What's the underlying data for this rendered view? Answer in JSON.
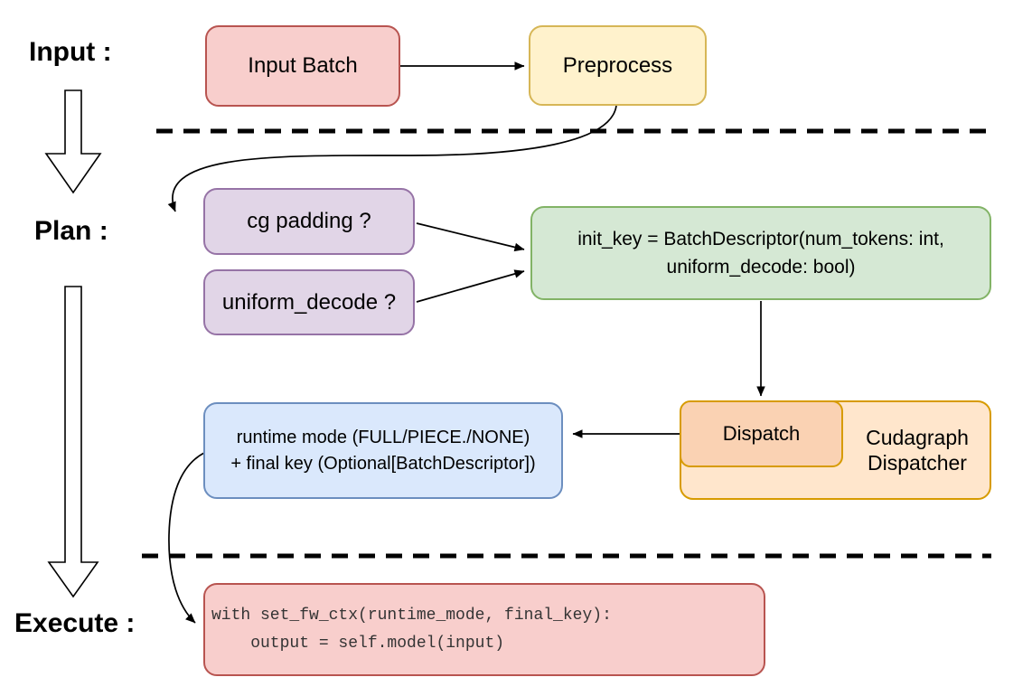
{
  "stages": {
    "input_label": "Input :",
    "plan_label": "Plan :",
    "execute_label": "Execute :"
  },
  "nodes": {
    "input_batch": {
      "label": "Input Batch",
      "fill": "#f8cecc",
      "border": "#b85450"
    },
    "preprocess": {
      "label": "Preprocess",
      "fill": "#fff2cc",
      "border": "#d6b656"
    },
    "cg_padding": {
      "label": "cg padding ?",
      "fill": "#e1d5e7",
      "border": "#9673a6"
    },
    "uniform_decode": {
      "label": "uniform_decode ?",
      "fill": "#e1d5e7",
      "border": "#9673a6"
    },
    "init_key": {
      "line1": "init_key = BatchDescriptor(num_tokens: int,",
      "line2": "uniform_decode: bool)",
      "fill": "#d5e8d4",
      "border": "#82b366"
    },
    "dispatch": {
      "label": "Dispatch",
      "fill": "#fad2b3",
      "border": "#d79b00"
    },
    "cudagraph_dispatcher": {
      "line1": "Cudagraph",
      "line2": "Dispatcher",
      "fill": "#ffe6cc",
      "border": "#d79b00"
    },
    "runtime_mode": {
      "line1": "runtime mode (FULL/PIECE./NONE)",
      "line2": "+ final key (Optional[BatchDescriptor])",
      "fill": "#dae8fc",
      "border": "#6c8ebf"
    },
    "execute_code": {
      "line1": "with set_fw_ctx(runtime_mode, final_key):",
      "line2": "    output = self.model(input)",
      "fill": "#f8cecc",
      "border": "#b85450"
    }
  },
  "connector_color": "#000000",
  "divider_style": "dashed"
}
